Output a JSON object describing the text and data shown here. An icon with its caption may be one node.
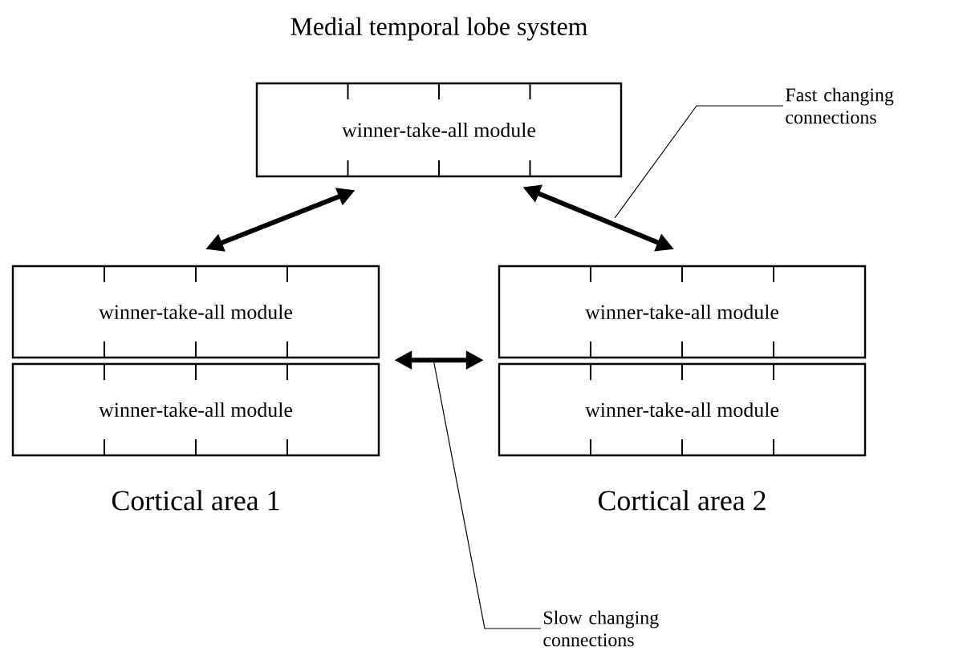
{
  "diagram": {
    "nodes": [
      {
        "text": [
          "winner-take-all module"
        ],
        "beside": [
          "Medial temporal lobe system"
        ]
      },
      {
        "text": [
          "winner-take-all module"
        ]
      },
      {
        "text": [
          "winner-take-all module"
        ]
      },
      {
        "text": [
          "winner-take-all module"
        ],
        "beside": [
          "Cortical area 1"
        ]
      },
      {
        "text": [
          "winner-take-all module"
        ],
        "beside": [
          "Cortical area 2"
        ]
      },
      {
        "text": [
          "Fast changing connections"
        ]
      },
      {
        "text": [
          "Slow changing connections"
        ]
      }
    ],
    "edges": [
      {
        "from": 0,
        "to": 1,
        "arrow": "both"
      },
      {
        "from": 0,
        "to": 2,
        "arrow": "both"
      },
      {
        "from": 1,
        "to": 2,
        "arrow": "both"
      },
      {
        "from": 5,
        "to": null,
        "arrow": "none"
      },
      {
        "from": 6,
        "to": null,
        "arrow": "none"
      }
    ]
  }
}
